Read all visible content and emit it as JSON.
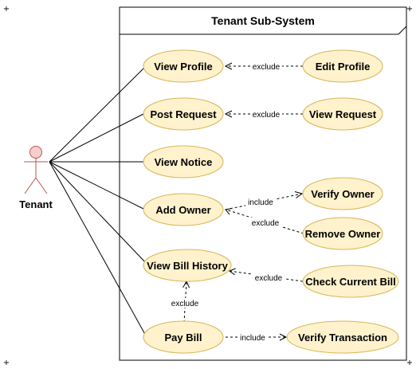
{
  "system": {
    "title": "Tenant Sub-System"
  },
  "actor": {
    "name": "Tenant"
  },
  "use_cases": {
    "view_profile": "View Profile",
    "edit_profile": "Edit Profile",
    "post_request": "Post Request",
    "view_request": "View Request",
    "view_notice": "View Notice",
    "add_owner": "Add Owner",
    "verify_owner": "Verify Owner",
    "remove_owner": "Remove Owner",
    "view_bill_history": "View Bill History",
    "check_current_bill": "Check Current Bill",
    "pay_bill": "Pay Bill",
    "verify_transaction": "Verify Transaction"
  },
  "relations": {
    "edit_profile_view_profile": "exclude",
    "view_request_post_request": "exclude",
    "add_owner_verify_owner": "include",
    "add_owner_remove_owner": "exclude",
    "check_current_bill_view_bill_history": "exclude",
    "pay_bill_view_bill_history": "exclude",
    "pay_bill_verify_transaction": "include"
  },
  "colors": {
    "use_case_fill": "#fff2cc",
    "use_case_stroke": "#d6b656",
    "actor_fill": "#f8cecc",
    "actor_stroke": "#b85450"
  }
}
